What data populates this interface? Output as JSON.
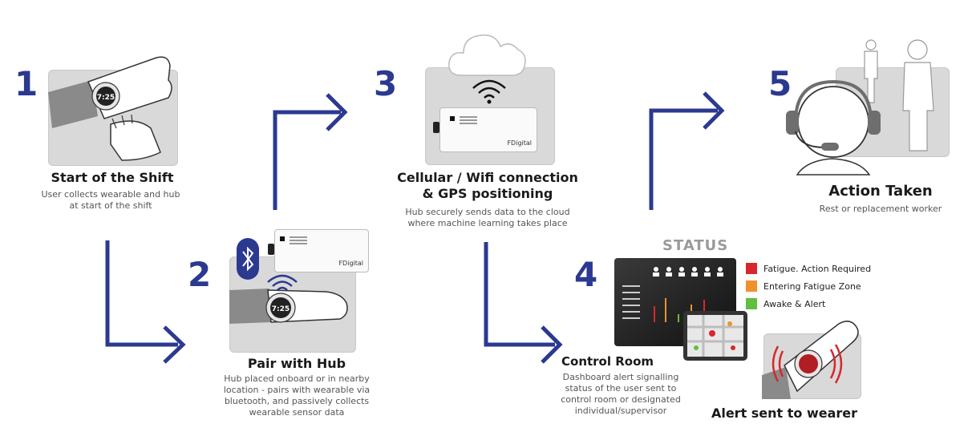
{
  "steps": [
    {
      "number": "1",
      "title": "Start of the Shift",
      "desc": "User collects wearable and hub at start of the shift"
    },
    {
      "number": "2",
      "title": "Pair with Hub",
      "desc": "Hub placed onboard or in nearby location - pairs with wearable via bluetooth, and passively collects wearable sensor data"
    },
    {
      "number": "3",
      "title_line1": "Cellular / Wifi connection",
      "title_line2": "& GPS positioning",
      "desc": "Hub securely sends data to the cloud where machine learning takes place"
    },
    {
      "number": "4",
      "title": "Control Room",
      "desc": "Dashboard alert signalling status of the user sent to control room or designated individual/supervisor"
    },
    {
      "number": "5",
      "title": "Action Taken",
      "desc": "Rest or replacement worker"
    }
  ],
  "alert": {
    "title": "Alert sent to wearer"
  },
  "status": {
    "heading": "STATUS",
    "legend": [
      {
        "label": "Fatigue. Action Required",
        "color": "#d9262e"
      },
      {
        "label": "Entering Fatigue Zone",
        "color": "#f0922c"
      },
      {
        "label": "Awake & Alert",
        "color": "#5fbf3f"
      }
    ]
  },
  "watch": {
    "time": "7:25"
  },
  "hub": {
    "brand": "FDigital"
  },
  "colors": {
    "arrow": "#2b3990",
    "panel": "#d9d9d9"
  }
}
